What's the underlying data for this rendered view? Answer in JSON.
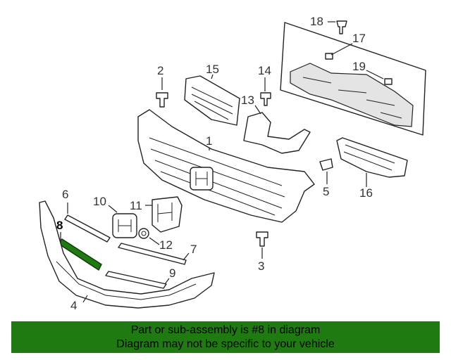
{
  "callouts": [
    "1",
    "2",
    "3",
    "4",
    "5",
    "6",
    "7",
    "8",
    "9",
    "10",
    "11",
    "12",
    "13",
    "14",
    "15",
    "16",
    "17",
    "18",
    "19"
  ],
  "highlight": {
    "part_number": "8",
    "color": "#1f7a12"
  },
  "banner": {
    "line1": "Part or sub-assembly is #8 in diagram",
    "line2": "Diagram may not be specific to your vehicle",
    "background": "#1f7a12"
  }
}
